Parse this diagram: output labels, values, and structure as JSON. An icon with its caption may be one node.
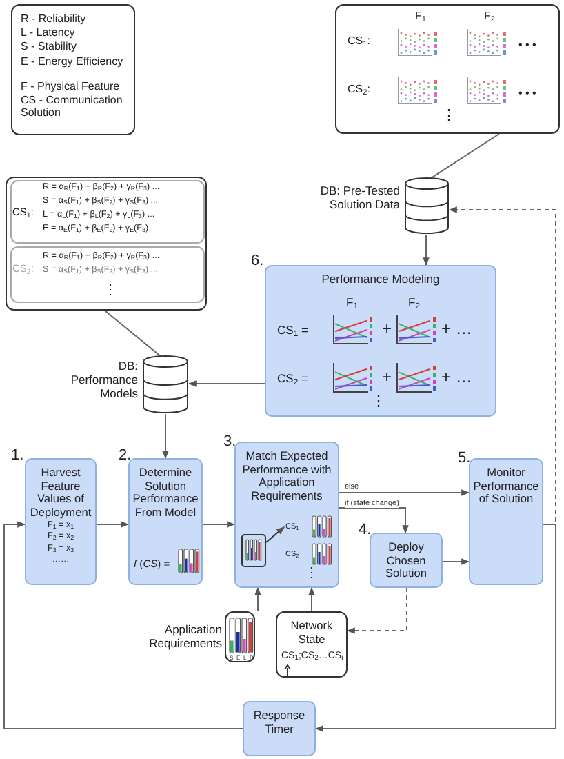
{
  "diagram": {
    "nodes": [
      {
        "text": [
          "R - Reliability",
          "L - Latency",
          "S - Stability",
          "E - Energy Efficiency",
          "F - Physical Feature",
          "CS - Communication Solution"
        ]
      },
      {
        "text": [
          "F$_{1}$",
          "F$_{2}$",
          "CS$_{1}$:",
          "CS$_{2}$:",
          "• • •",
          "• • •",
          "⋮"
        ]
      },
      {
        "text": [],
        "shape": "cylinder",
        "beside": [
          "DB: Pre-Tested Solution Data"
        ]
      },
      {
        "text": [
          "CS$_{1}$:",
          "R = α$_{R}$(F$_{1}$) + β$_{R}$(F$_{2}$) + γ$_{R}$(F$_{3}$) ...",
          "S = α$_{S}$(F$_{1}$) + β$_{S}$(F$_{2}$) + γ$_{S}$(F$_{3}$) ...",
          "L = α$_{L}$(F$_{1}$) + β$_{L}$(F$_{2}$) + γ$_{L}$(F$_{3}$) ...",
          "E = α$_{E}$(F$_{1}$) + β$_{E}$(F$_{2}$) + γ$_{E}$(F$_{3}$) ..",
          "CS$_{2}$:",
          "R = α$_{R}$(F$_{1}$) + β$_{R}$(F$_{2}$) + γ$_{R}$(F$_{3}$) ...",
          "S = α$_{S}$(F$_{1}$) + β$_{S}$(F$_{2}$) + γ$_{S}$(F$_{3}$) ...",
          "⋮"
        ]
      },
      {
        "text": [],
        "shape": "cylinder",
        "beside": [
          "DB: Performance Models"
        ]
      },
      {
        "text": [
          "Performance Modeling",
          "F$_{1}$",
          "F$_{2}$",
          "CS$_{1}$ =",
          "CS$_{2}$ =",
          "+",
          "+ …",
          "+",
          "+ …",
          "⋮"
        ],
        "beside": [
          "6."
        ]
      },
      {
        "text": [
          "Harvest Feature Values of Deployment",
          "F$_{1}$ = x$_{1}$",
          "F$_{2}$ = x$_{2}$",
          "F$_{3}$ = x$_{3}$",
          "……"
        ],
        "beside": [
          "1."
        ]
      },
      {
        "text": [
          "Determine Solution Performance From Model",
          "*f* (*CS*) ="
        ],
        "beside": [
          "2."
        ]
      },
      {
        "text": [
          "Match Expected Performance with Application Requirements",
          "CS$_{1}$",
          "CS$_{2}$",
          "⋮"
        ],
        "beside": [
          "3."
        ]
      },
      {
        "text": [
          "Deploy Chosen Solution"
        ],
        "beside": [
          "4."
        ]
      },
      {
        "text": [
          "Monitor Performance of Solution"
        ],
        "beside": [
          "5."
        ]
      },
      {
        "text": [
          "S",
          "E",
          "L",
          "R"
        ],
        "beside": [
          "Application Requirements"
        ]
      },
      {
        "text": [
          "Network State",
          "CS$_{1}$;CS$_{2}$…CS$_{i}$"
        ]
      },
      {
        "text": [
          "Response Timer"
        ]
      }
    ],
    "edges": [
      {
        "from": 1,
        "to": 2,
        "arrow": "other"
      },
      {
        "from": 3,
        "to": 4,
        "arrow": "other"
      },
      {
        "from": 2,
        "to": 5,
        "arrow": "to"
      },
      {
        "from": 5,
        "to": 4,
        "arrow": "to"
      },
      {
        "from": 4,
        "to": 7,
        "arrow": "to"
      },
      {
        "from": 6,
        "to": 7,
        "arrow": "to"
      },
      {
        "from": 7,
        "to": 8,
        "arrow": "to"
      },
      {
        "from": 8,
        "to": 10,
        "arrow": "to",
        "label": "else"
      },
      {
        "from": 8,
        "to": 9,
        "arrow": "to",
        "label": "if (state change)"
      },
      {
        "from": 9,
        "to": 10,
        "arrow": "to"
      },
      {
        "from": 11,
        "to": 8,
        "arrow": "to"
      },
      {
        "from": 12,
        "to": 8,
        "arrow": "to"
      },
      {
        "from": 9,
        "to": 12,
        "arrow": "to",
        "style": "dashed"
      },
      {
        "from": 10,
        "to": 2,
        "arrow": "to",
        "style": "dashed"
      },
      {
        "from": 10,
        "to": 13,
        "arrow": "to"
      },
      {
        "from": 13,
        "to": 6,
        "arrow": "to"
      }
    ]
  }
}
